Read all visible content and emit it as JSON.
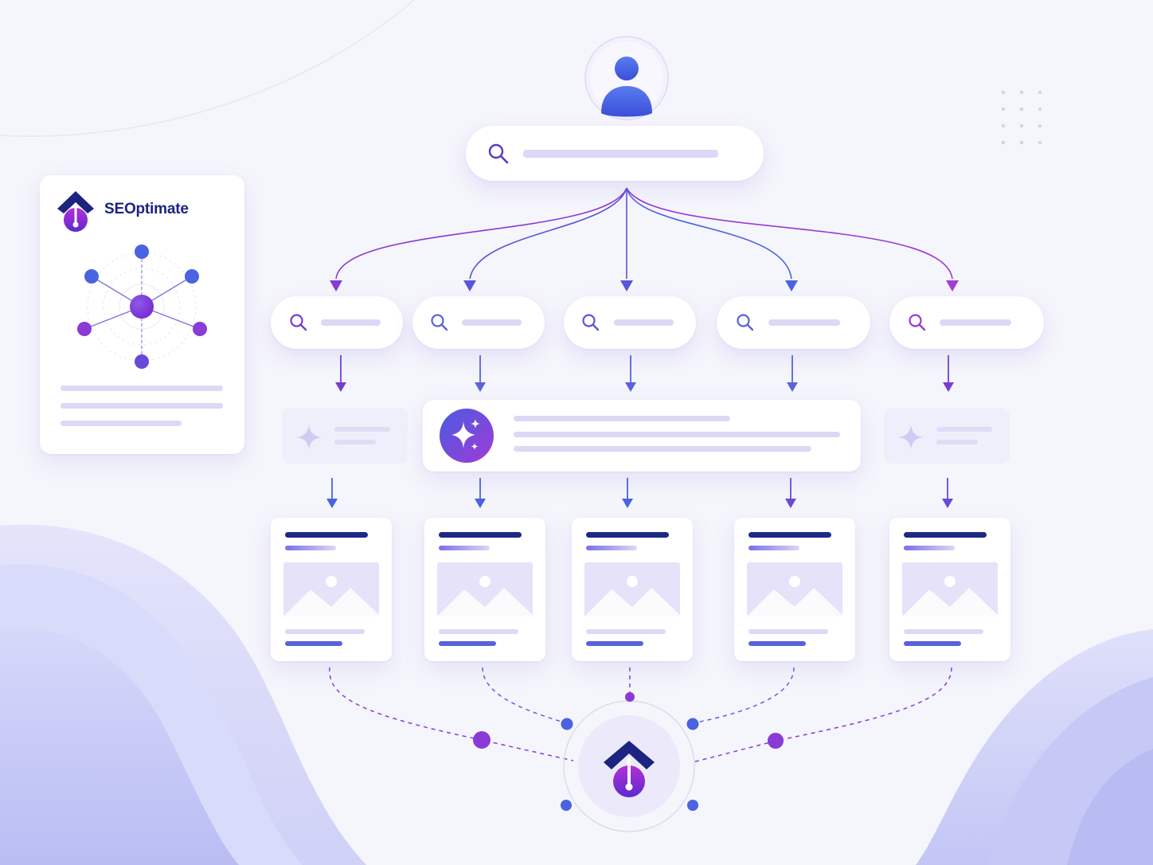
{
  "brand": {
    "name": "SEOptimate",
    "logo_icon": "seoptimate-logo-icon"
  },
  "colors": {
    "navy": "#1c2380",
    "blue": "#4a63e0",
    "purple": "#8a3ad6",
    "magenta": "#b52ad4",
    "background": "#f5f5fc"
  },
  "diagram": {
    "user_icon": "user-icon",
    "search_icon": "search-icon",
    "ai_icon": "sparkle-icon",
    "image_icon": "image-placeholder-icon",
    "query_count": 5,
    "result_count": 5
  }
}
